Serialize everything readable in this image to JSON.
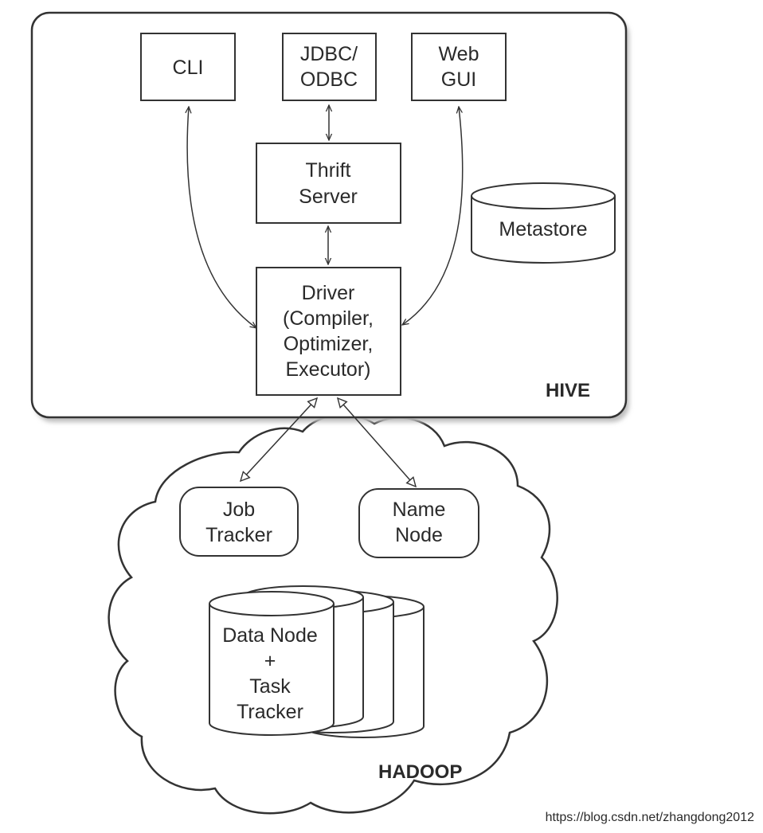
{
  "hive": {
    "label": "HIVE",
    "cli": [
      "CLI"
    ],
    "jdbc": [
      "JDBC/",
      "ODBC"
    ],
    "webgui": [
      "Web",
      "GUI"
    ],
    "thrift": [
      "Thrift",
      "Server"
    ],
    "metastore": [
      "Metastore"
    ],
    "driver": [
      "Driver",
      "(Compiler,",
      "Optimizer,",
      "Executor)"
    ]
  },
  "hadoop": {
    "label": "HADOOP",
    "jobtracker": [
      "Job",
      "Tracker"
    ],
    "namenode": [
      "Name",
      "Node"
    ],
    "datanode": [
      "Data Node",
      "+",
      "Task",
      "Tracker"
    ]
  },
  "watermark": "https://blog.csdn.net/zhangdong2012",
  "colors": {
    "stroke": "#333333",
    "panel_shadow": "#bdbdbd"
  }
}
